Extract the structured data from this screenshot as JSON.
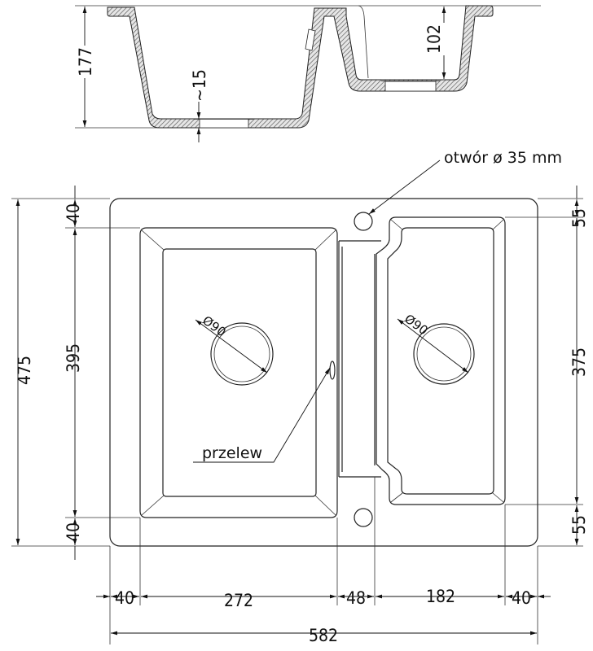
{
  "section_view": {
    "depth_total": "177",
    "depth_small": "102",
    "bottom_thickness": "~15"
  },
  "top_view": {
    "callout_hole": "otwór ø 35 mm",
    "callout_overflow": "przelew",
    "drain_left": "Ø90",
    "drain_right": "Ø90",
    "left_dims": [
      "40",
      "395",
      "40"
    ],
    "total_height": "475",
    "right_dims": [
      "55",
      "375",
      "55"
    ],
    "bottom_dims": [
      "40",
      "272",
      "48",
      "182",
      "40"
    ],
    "total_width": "582"
  }
}
